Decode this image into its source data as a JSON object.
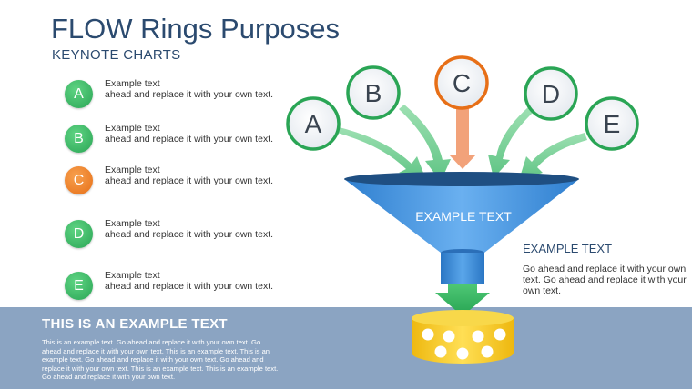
{
  "header": {
    "title": "FLOW Rings Purposes",
    "subtitle": "KEYNOTE CHARTS"
  },
  "list": [
    {
      "letter": "A",
      "heading": "Example text",
      "body": "ahead and replace it with your own text.",
      "color": "#2aa555"
    },
    {
      "letter": "B",
      "heading": "Example text",
      "body": "ahead and replace it with your own text.",
      "color": "#2aa555"
    },
    {
      "letter": "C",
      "heading": "Example text",
      "body": "ahead and replace it with your own text.",
      "color": "#e76f17"
    },
    {
      "letter": "D",
      "heading": "Example text",
      "body": "ahead and replace it with your own text.",
      "color": "#2aa555"
    },
    {
      "letter": "E",
      "heading": "Example text",
      "body": "ahead and replace it with your own text.",
      "color": "#2aa555"
    }
  ],
  "diagram": {
    "circles": [
      "A",
      "B",
      "C",
      "D",
      "E"
    ],
    "funnel_label": "EXAMPLE TEXT",
    "colors": {
      "green": "#2aa555",
      "orange": "#e76f17",
      "funnel": "#3f8fd8",
      "cylinder": "#f4c81c",
      "arrow": "#7fd39a"
    }
  },
  "right_panel": {
    "title": "EXAMPLE TEXT",
    "body": "Go ahead and replace it with your own text. Go ahead and replace it with your own text."
  },
  "bottom": {
    "title": "THIS IS AN EXAMPLE TEXT",
    "body": "This is an example text. Go ahead and replace it with your own text. Go ahead and replace it with your own text. This is an example text. This is an example text. Go ahead and replace it with your own text. Go ahead and replace it with your own text. This is an example text. This is an example text. Go ahead and replace it with your own text."
  }
}
